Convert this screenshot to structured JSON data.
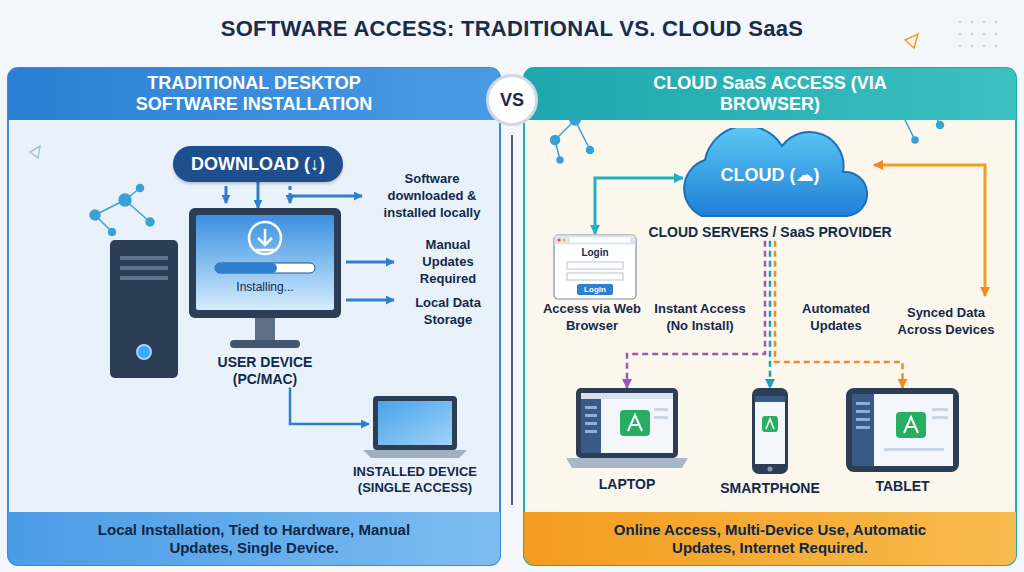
{
  "diagram": {
    "title": "SOFTWARE ACCESS: TRADITIONAL VS. CLOUD SaaS",
    "nodes": [
      {
        "text": [
          "TRADITIONAL DESKTOP SOFTWARE INSTALLATION"
        ]
      },
      {
        "text": [
          "VS"
        ]
      },
      {
        "text": [
          "CLOUD SaaS ACCESS (VIA BROWSER)"
        ]
      },
      {
        "text": [
          "DOWNLOAD (↓)"
        ]
      },
      {
        "text": [
          "Installing...",
          "USER DEVICE (PC/MAC)"
        ]
      },
      {
        "text": [
          "INSTALLED DEVICE (SINGLE ACCESS)"
        ]
      },
      {
        "text": [
          "Local Installation, Tied to Hardware, Manual Updates, Single Device."
        ]
      },
      {
        "text": [
          "CLOUD (☁)",
          "CLOUD SERVERS / SaaS PROVIDER"
        ]
      },
      {
        "text": [
          "Login",
          "Login"
        ]
      },
      {
        "text": [
          "LAPTOP"
        ]
      },
      {
        "text": [
          "SMARTPHONE"
        ]
      },
      {
        "text": [
          "TABLET"
        ]
      },
      {
        "text": [
          "Online Access, Multi-Device Use, Automatic Updates, Internet Required."
        ]
      }
    ],
    "edges": [
      {
        "from": 3,
        "to": 4,
        "arrow": "to"
      },
      {
        "from": 4,
        "to": 5,
        "arrow": "to"
      },
      {
        "from": 7,
        "to": 8,
        "arrow": "both"
      },
      {
        "from": 7,
        "to": 9,
        "arrow": "to"
      },
      {
        "from": 7,
        "to": 10,
        "arrow": "to"
      },
      {
        "from": 7,
        "to": 11,
        "arrow": "to"
      }
    ],
    "labels": [
      "Software downloaded & installed locally",
      "Manual Updates Required",
      "Local Data Storage",
      "Access via Web Browser",
      "Instant Access (No Install)",
      "Automated Updates",
      "Synced Data Across Devices"
    ]
  }
}
